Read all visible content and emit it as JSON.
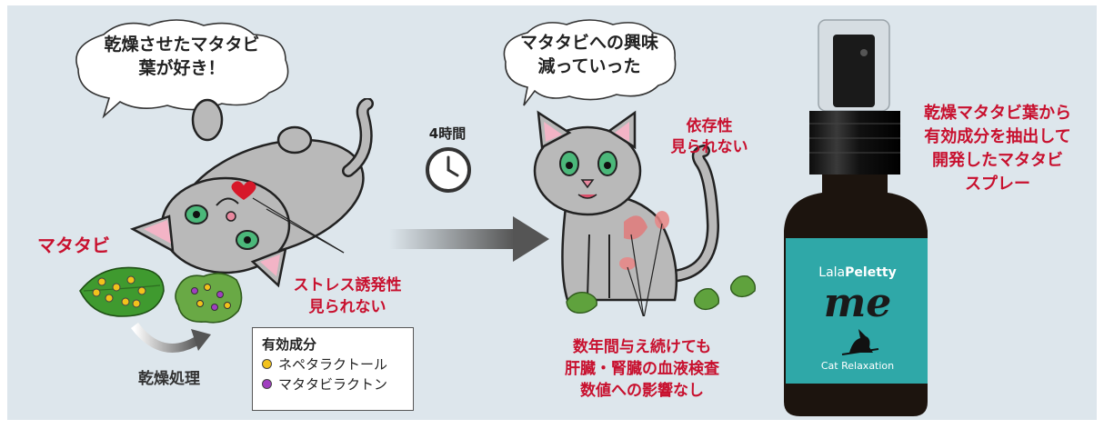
{
  "left_bubble": {
    "line1": "乾燥させたマタタビ",
    "line2": "葉が好き！"
  },
  "right_bubble": {
    "line1": "マタタビへの興味",
    "line2": "減っていった"
  },
  "matatabi_label": "マタタビ",
  "stress_label": {
    "line1": "ストレス誘発性",
    "line2": "見られない"
  },
  "drying_label": "乾燥処理",
  "legend": {
    "title": "有効成分",
    "items": [
      {
        "label": "ネペタラクトール",
        "color": "#f2c21b"
      },
      {
        "label": "マタタビラクトン",
        "color": "#a03ec0"
      }
    ]
  },
  "time_label": "4時間",
  "dependency_label": {
    "line1": "依存性",
    "line2": "見られない"
  },
  "blood_test_label": {
    "line1": "数年間与え続けても",
    "line2": "肝臓・腎臓の血液検査",
    "line3": "数値への影響なし"
  },
  "spray_desc": {
    "line1": "乾燥マタタビ葉から",
    "line2": "有効成分を抽出して",
    "line3": "開発したマタタビ",
    "line4": "スプレー"
  },
  "product": {
    "brand_light": "Lala",
    "brand_bold": "Peletty",
    "name": "me",
    "subtitle": "Cat Relaxation"
  },
  "colors": {
    "background": "#dde6ec",
    "accent_red": "#c8102e",
    "bottle_label": "#2fa8a8",
    "cat_gray": "#b9b9b9"
  }
}
